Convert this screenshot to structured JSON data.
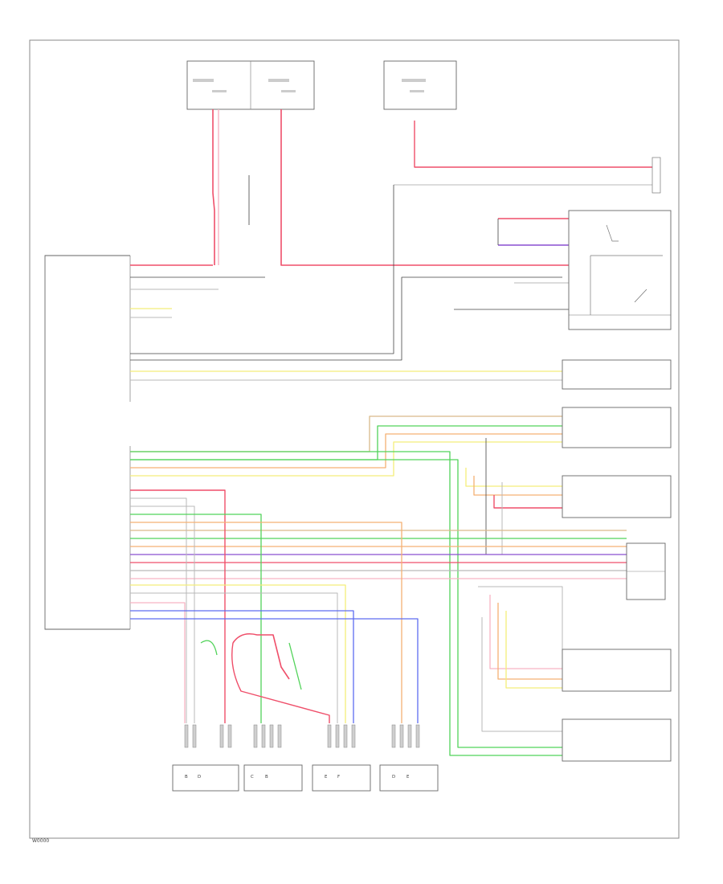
{
  "diagram_code": "W0000",
  "colors": {
    "red": "#ef4f6a",
    "pink": "#f7b3c3",
    "gray": "#b9b9b9",
    "green": "#52d35a",
    "yellow": "#f4ee7a",
    "orange": "#f5b074",
    "tan": "#d9b98a",
    "purple": "#8a4fd1",
    "blue": "#5d6cf0",
    "black": "#444444",
    "frame": "#888888"
  },
  "connector_labels": [
    "B",
    "D",
    "C",
    "B",
    "E",
    "F",
    "D",
    "E"
  ]
}
